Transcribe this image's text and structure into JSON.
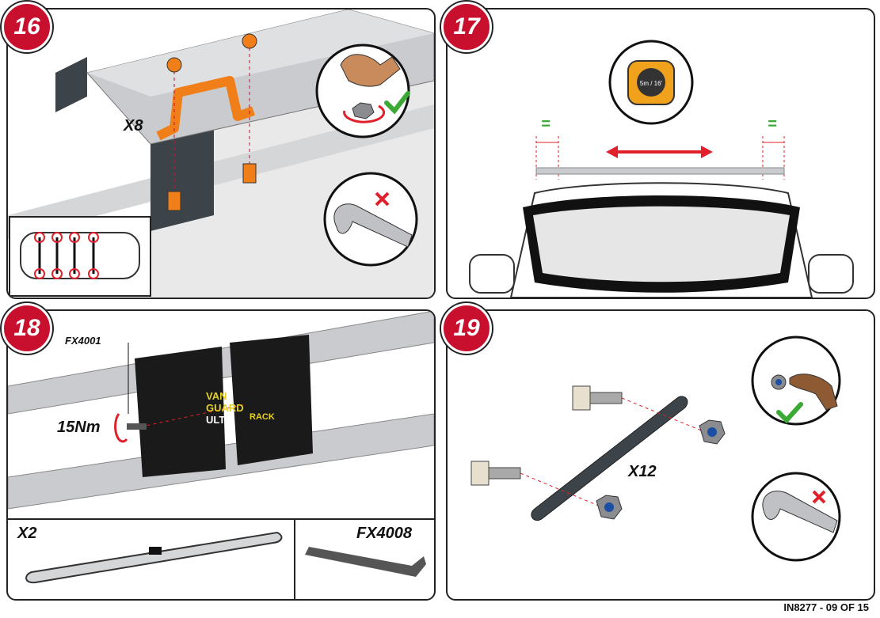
{
  "steps": {
    "s16": {
      "number": "16",
      "quantity": "X8"
    },
    "s17": {
      "number": "17",
      "equal_mark_left": "=",
      "equal_mark_right": "=",
      "tape_text": "5m / 16'"
    },
    "s18": {
      "number": "18",
      "part_code": "FX4001",
      "torque": "15Nm",
      "brand_top": "VAN",
      "brand_mid": "GUARD",
      "brand_bottom": "ULTI",
      "brand_side": "RACK",
      "sub_quantity": "X2",
      "tool_code": "FX4008"
    },
    "s19": {
      "number": "19",
      "quantity": "X12"
    }
  },
  "colors": {
    "step_badge": "#c8102e",
    "bracket": "#f07f1a",
    "ok": "#3aaa35",
    "no": "#e0202b",
    "arrow": "#e0202b"
  },
  "icons": [
    "hand-tighten-icon",
    "check-icon",
    "spanner-icon",
    "cross-icon",
    "tape-measure-icon"
  ],
  "footer": {
    "doc_ref": "IN8277 - 09 OF 15"
  }
}
